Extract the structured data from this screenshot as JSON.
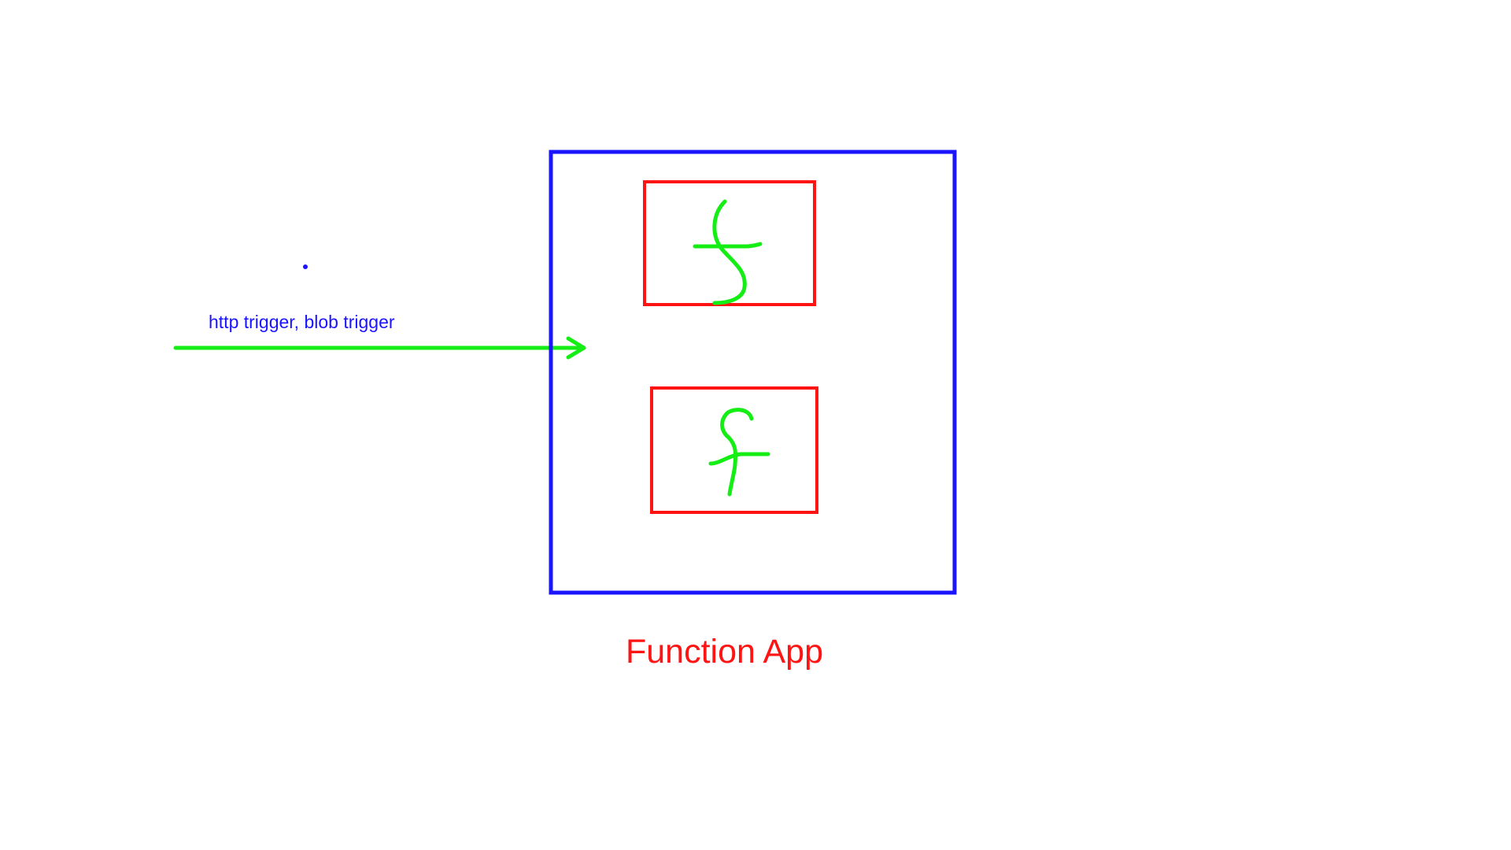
{
  "diagram": {
    "trigger_label": "http trigger, blob trigger",
    "app_label": "Function App",
    "functions": [
      {
        "glyph": "f"
      },
      {
        "glyph": "f"
      }
    ],
    "colors": {
      "container": "#1a14ff",
      "function_box": "#ff1414",
      "glyph": "#14ee14",
      "arrow": "#14ee14",
      "trigger_text": "#1a14ff",
      "app_label_text": "#ff1414",
      "background": "#ffffff"
    }
  }
}
